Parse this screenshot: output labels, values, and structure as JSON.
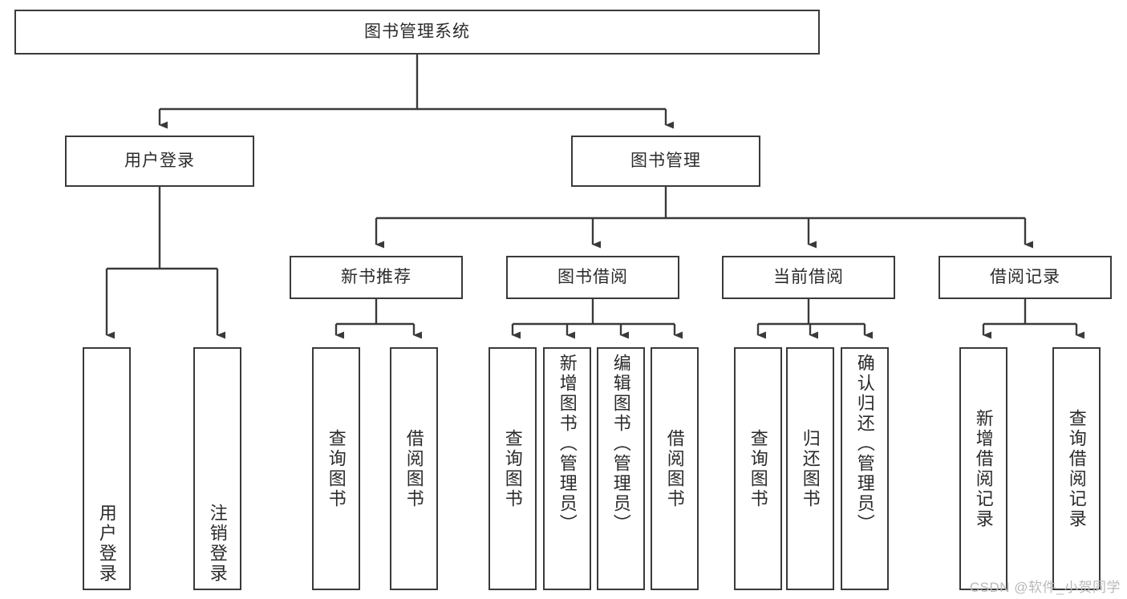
{
  "diagram": {
    "title": "图书管理系统",
    "type": "tree-hierarchy",
    "watermark": "CSDN @软件_小贺同学",
    "colors": {
      "box_border": "#3a3a3a",
      "box_fill": "#ffffff",
      "connector": "#3a3a3a",
      "text": "#2b2b2b",
      "watermark": "#b9b9b9",
      "background": "#ffffff"
    },
    "nodes": {
      "root": {
        "label": "图书管理系统"
      },
      "level2": [
        {
          "id": "user-login",
          "label": "用户登录"
        },
        {
          "id": "book-manage",
          "label": "图书管理"
        }
      ],
      "level3": [
        {
          "id": "new-book-recommend",
          "label": "新书推荐"
        },
        {
          "id": "book-borrow",
          "label": "图书借阅"
        },
        {
          "id": "current-borrow",
          "label": "当前借阅"
        },
        {
          "id": "borrow-record",
          "label": "借阅记录"
        }
      ],
      "leaves": {
        "user_login": [
          {
            "id": "leaf-user-login",
            "label": "用户登录"
          },
          {
            "id": "leaf-user-logout",
            "label": "注销登录"
          }
        ],
        "new_book_recommend": [
          {
            "id": "leaf-query-book-1",
            "label": "查询图书"
          },
          {
            "id": "leaf-borrow-book-1",
            "label": "借阅图书"
          }
        ],
        "book_borrow": [
          {
            "id": "leaf-query-book-2",
            "label": "查询图书"
          },
          {
            "id": "leaf-add-book",
            "label": "新增图书（管理员）"
          },
          {
            "id": "leaf-edit-book",
            "label": "编辑图书（管理员）"
          },
          {
            "id": "leaf-borrow-book-2",
            "label": "借阅图书"
          }
        ],
        "current_borrow": [
          {
            "id": "leaf-query-book-3",
            "label": "查询图书"
          },
          {
            "id": "leaf-return-book",
            "label": "归还图书"
          },
          {
            "id": "leaf-confirm-return",
            "label": "确认归还（管理员）"
          }
        ],
        "borrow_record": [
          {
            "id": "leaf-add-record",
            "label": "新增借阅记录"
          },
          {
            "id": "leaf-query-record",
            "label": "查询借阅记录"
          }
        ]
      }
    }
  }
}
